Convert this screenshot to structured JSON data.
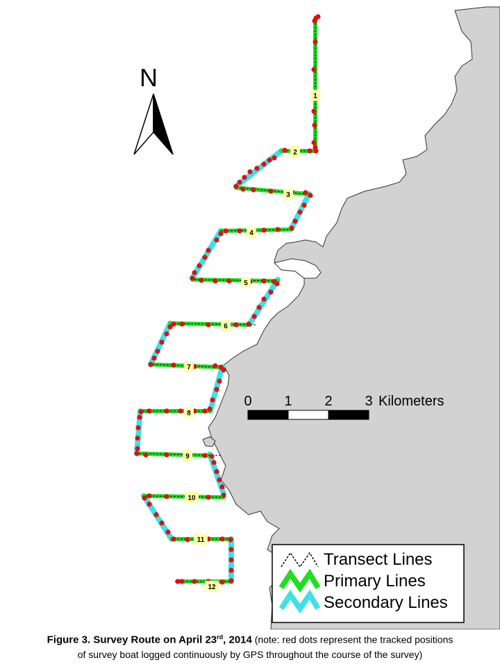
{
  "north_arrow": {
    "label": "N"
  },
  "scale_bar": {
    "ticks": [
      "0",
      "1",
      "2",
      "3"
    ],
    "units": "Kilometers"
  },
  "legend": {
    "items": [
      {
        "label": "Transect Lines",
        "color": "#000000"
      },
      {
        "label": "Primary Lines",
        "color": "#22dd22"
      },
      {
        "label": "Secondary Lines",
        "color": "#3ee0ea"
      }
    ]
  },
  "transect_labels": [
    "1",
    "2",
    "3",
    "4",
    "5",
    "6",
    "7",
    "8",
    "9",
    "10",
    "11",
    "12"
  ],
  "colors": {
    "land": "#d2d2d2",
    "primary": "#22dd22",
    "secondary": "#3ee0ea",
    "gps_dot": "#dd1111",
    "label_box": "#ffffaa"
  },
  "caption": {
    "title": "Figure 3.  Survey Route on April 23",
    "title_sup": "rd",
    "title_end": ", 2014",
    "note_line1": " (note: red dots represent the tracked positions",
    "note_line2": "of survey boat logged continuously by GPS throughout the course of the survey)"
  }
}
